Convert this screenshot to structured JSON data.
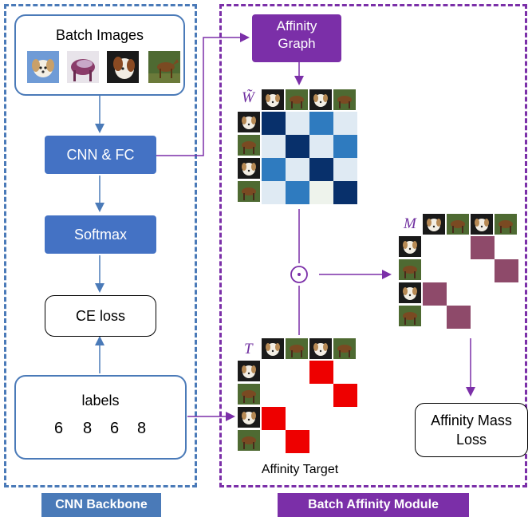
{
  "left_module": {
    "title": "CNN Backbone",
    "batch_label": "Batch Images",
    "cnn_label": "CNN & FC",
    "softmax_label": "Softmax",
    "loss_label": "CE loss",
    "labels_title": "labels",
    "labels_values": [
      "6",
      "8",
      "6",
      "8"
    ]
  },
  "right_module": {
    "title": "Batch Affinity Module",
    "graph_label_line1": "Affinity",
    "graph_label_line2": "Graph",
    "w_symbol": "W̃",
    "m_symbol": "M",
    "t_symbol": "T",
    "odot_symbol": "⊙",
    "target_caption": "Affinity Target",
    "loss_line1": "Affinity Mass",
    "loss_line2": "Loss"
  },
  "images": [
    "dog",
    "horse",
    "dog",
    "horse"
  ],
  "colors": {
    "blue_border": "#4a7ab8",
    "blue_fill": "#4472c4",
    "purple": "#7b2fa8",
    "target_red": "#ee0000",
    "mass_purple": "#8e4a6a"
  }
}
